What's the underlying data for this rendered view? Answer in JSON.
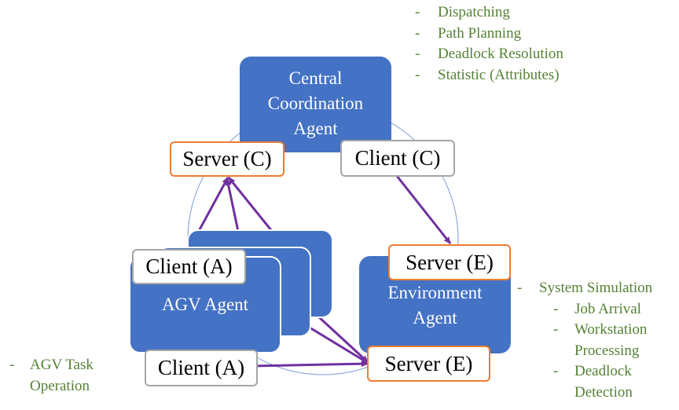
{
  "central": {
    "label": "Central\nCoordination\nAgent",
    "server": "Server (C)",
    "client": "Client (C)",
    "functions": [
      "Dispatching",
      "Path Planning",
      "Deadlock Resolution",
      "Statistic (Attributes)"
    ]
  },
  "agv": {
    "label": "AGV Agent",
    "client_top": "Client (A)",
    "client_bottom": "Client (A)",
    "functions": [
      "AGV Task",
      "Operation"
    ]
  },
  "environment": {
    "label": "Environment\nAgent",
    "server_top": "Server (E)",
    "server_bottom": "Server (E)",
    "heading": "System Simulation",
    "functions": [
      "Job Arrival",
      "Workstation",
      "Processing",
      "Deadlock",
      "Detection"
    ]
  },
  "dash": "-",
  "colors": {
    "agent": "#4472c4",
    "server_border": "#ed7d31",
    "client_border": "#a5a5a5",
    "arrow": "#7030a0",
    "text_green": "#548235",
    "circle": "#8faadc"
  }
}
